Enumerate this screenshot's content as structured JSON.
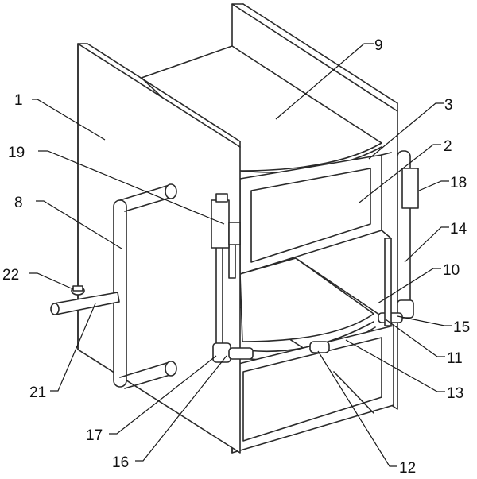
{
  "labels": {
    "l1": "1",
    "l2": "2",
    "l3": "3",
    "l8": "8",
    "l9": "9",
    "l10": "10",
    "l11": "11",
    "l12": "12",
    "l13": "13",
    "l14": "14",
    "l15": "15",
    "l16": "16",
    "l17": "17",
    "l18": "18",
    "l19": "19",
    "l21": "21",
    "l22": "22"
  }
}
